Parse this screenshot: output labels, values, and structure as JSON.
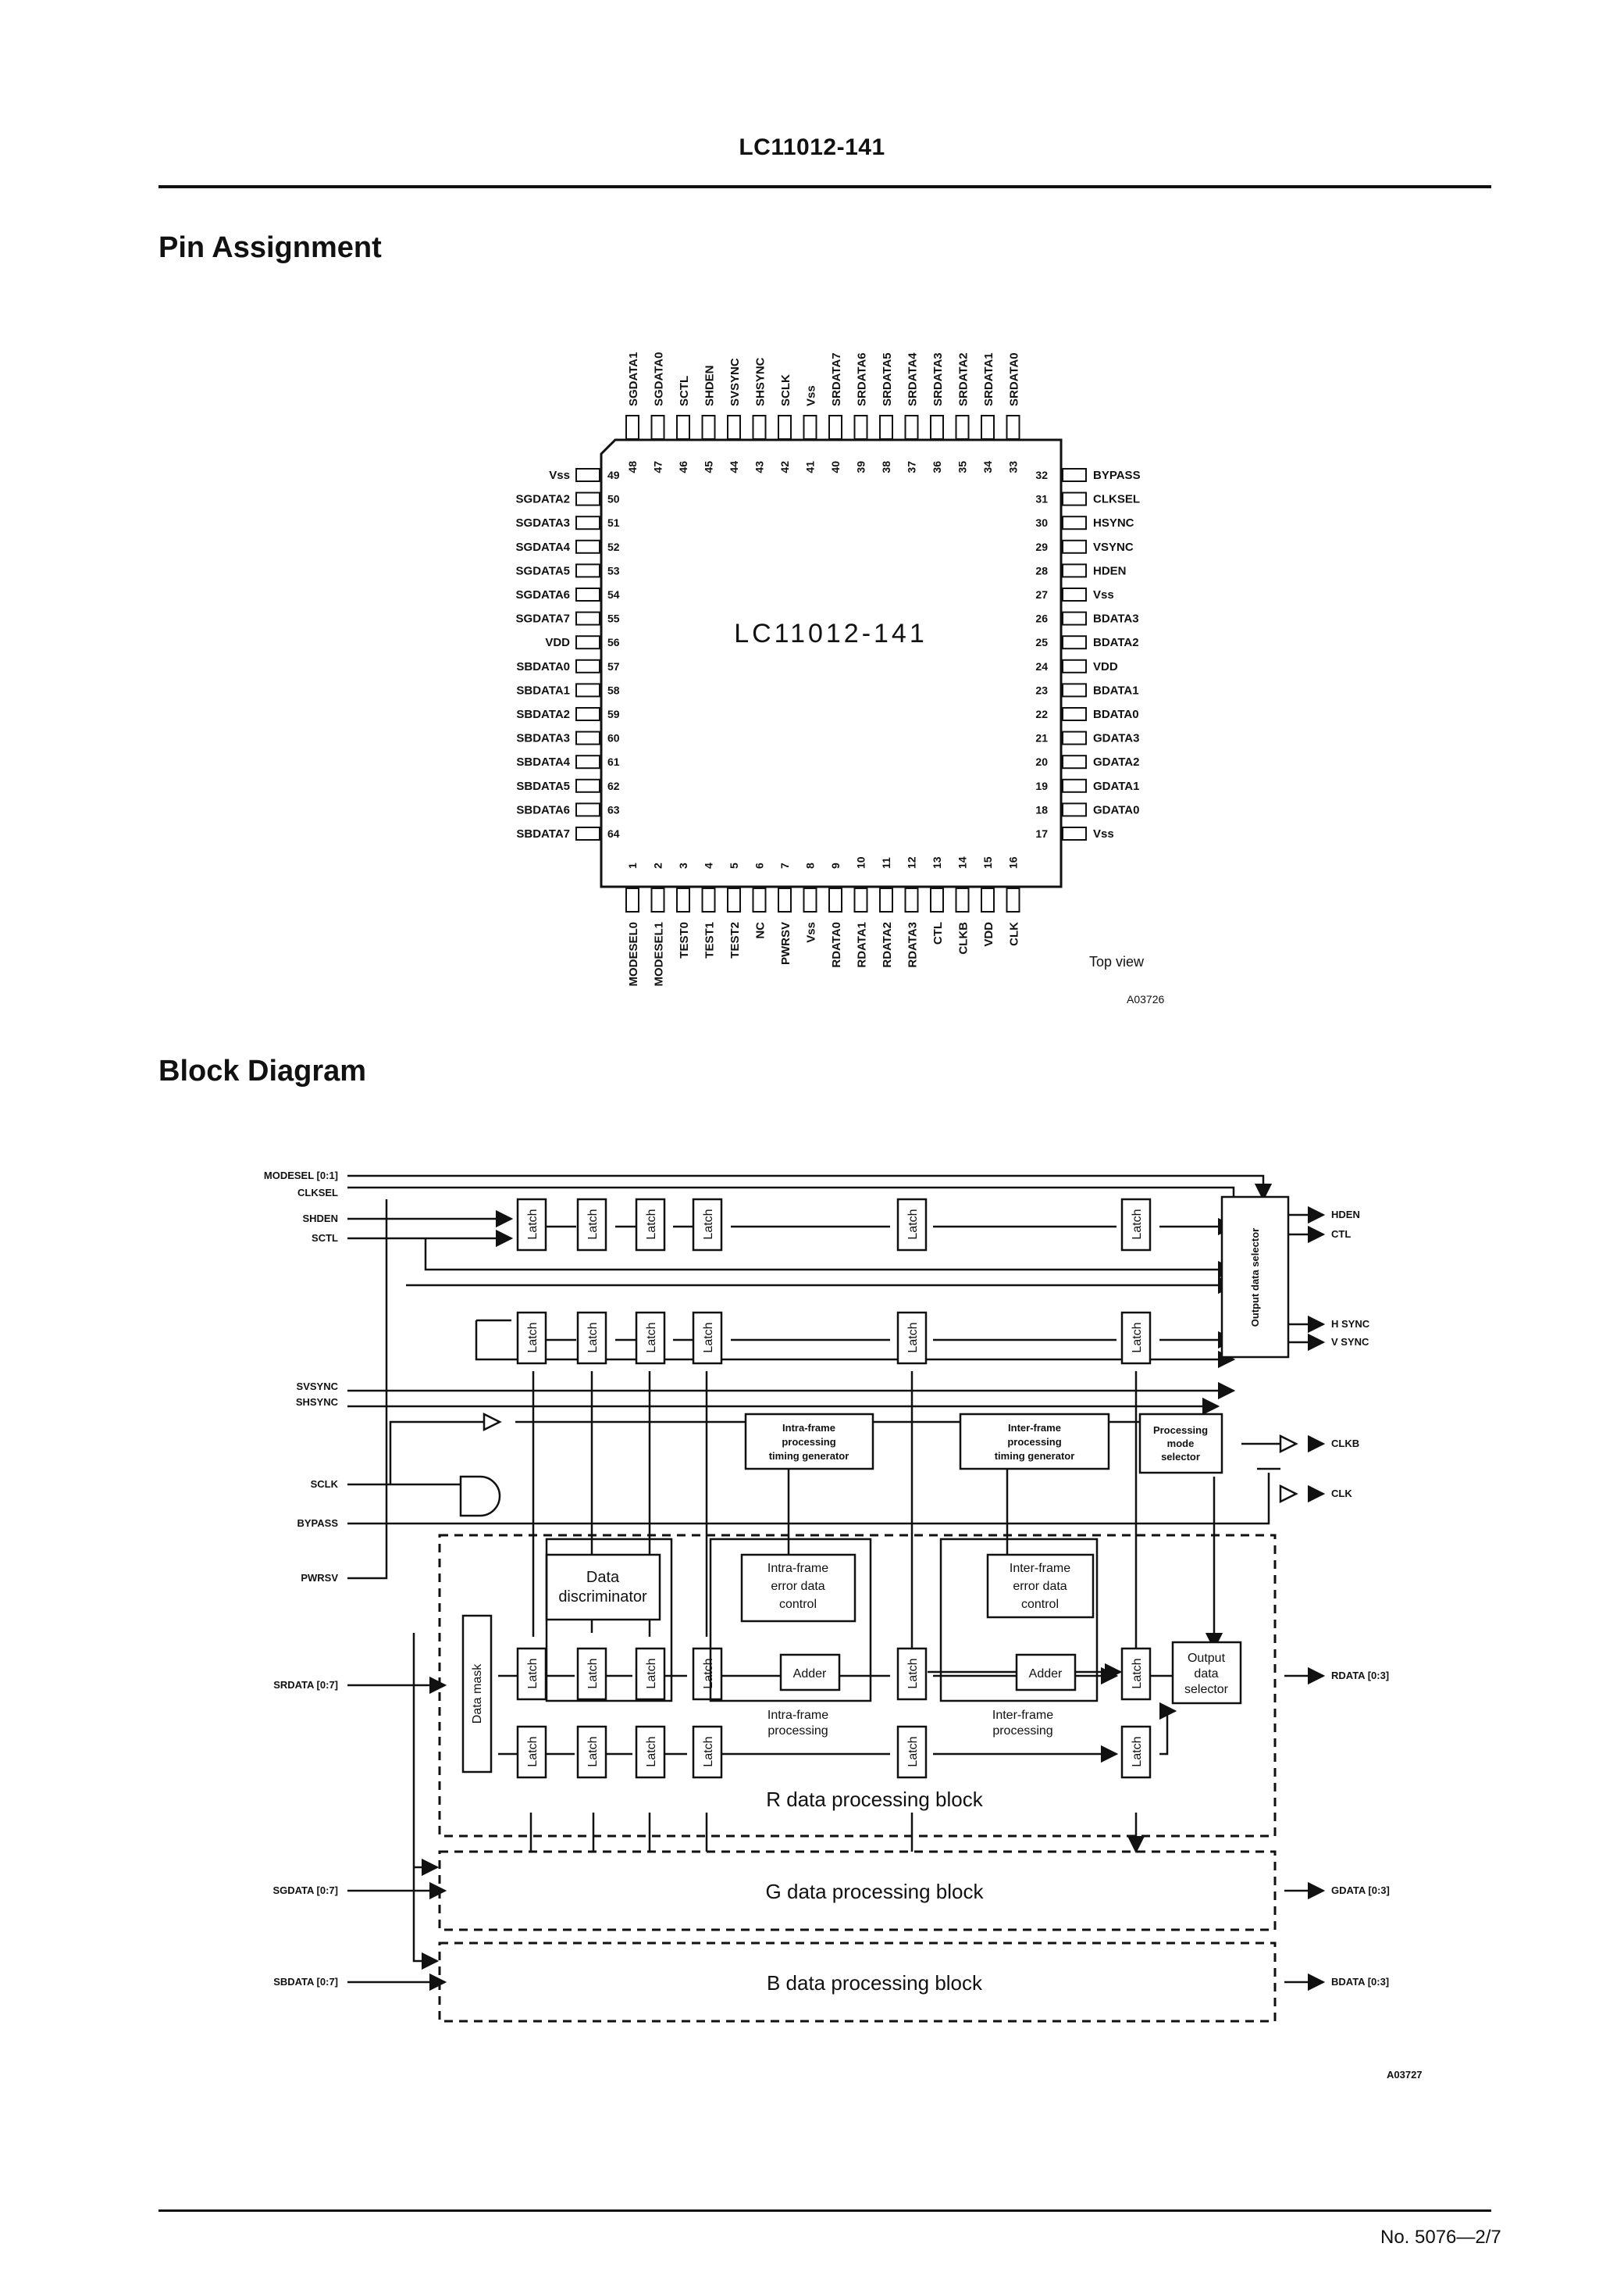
{
  "page": {
    "header_title": "LC11012-141",
    "section_pin": "Pin Assignment",
    "section_block": "Block Diagram",
    "footer": "No. 5076—2/7"
  },
  "pin_assignment": {
    "chip_label": "LC11012-141",
    "top_view": "Top view",
    "figure_id": "A03726",
    "top_pins": [
      {
        "num": "48",
        "name": "SGDATA1"
      },
      {
        "num": "47",
        "name": "SGDATA0"
      },
      {
        "num": "46",
        "name": "SCTL"
      },
      {
        "num": "45",
        "name": "SHDEN"
      },
      {
        "num": "44",
        "name": "SVSYNC"
      },
      {
        "num": "43",
        "name": "SHSYNC"
      },
      {
        "num": "42",
        "name": "SCLK"
      },
      {
        "num": "41",
        "name": "Vss"
      },
      {
        "num": "40",
        "name": "SRDATA7"
      },
      {
        "num": "39",
        "name": "SRDATA6"
      },
      {
        "num": "38",
        "name": "SRDATA5"
      },
      {
        "num": "37",
        "name": "SRDATA4"
      },
      {
        "num": "36",
        "name": "SRDATA3"
      },
      {
        "num": "35",
        "name": "SRDATA2"
      },
      {
        "num": "34",
        "name": "SRDATA1"
      },
      {
        "num": "33",
        "name": "SRDATA0"
      }
    ],
    "left_pins": [
      {
        "num": "49",
        "name": "Vss"
      },
      {
        "num": "50",
        "name": "SGDATA2"
      },
      {
        "num": "51",
        "name": "SGDATA3"
      },
      {
        "num": "52",
        "name": "SGDATA4"
      },
      {
        "num": "53",
        "name": "SGDATA5"
      },
      {
        "num": "54",
        "name": "SGDATA6"
      },
      {
        "num": "55",
        "name": "SGDATA7"
      },
      {
        "num": "56",
        "name": "VDD"
      },
      {
        "num": "57",
        "name": "SBDATA0"
      },
      {
        "num": "58",
        "name": "SBDATA1"
      },
      {
        "num": "59",
        "name": "SBDATA2"
      },
      {
        "num": "60",
        "name": "SBDATA3"
      },
      {
        "num": "61",
        "name": "SBDATA4"
      },
      {
        "num": "62",
        "name": "SBDATA5"
      },
      {
        "num": "63",
        "name": "SBDATA6"
      },
      {
        "num": "64",
        "name": "SBDATA7"
      }
    ],
    "right_pins": [
      {
        "num": "32",
        "name": "BYPASS"
      },
      {
        "num": "31",
        "name": "CLKSEL"
      },
      {
        "num": "30",
        "name": "HSYNC"
      },
      {
        "num": "29",
        "name": "VSYNC"
      },
      {
        "num": "28",
        "name": "HDEN"
      },
      {
        "num": "27",
        "name": "Vss"
      },
      {
        "num": "26",
        "name": "BDATA3"
      },
      {
        "num": "25",
        "name": "BDATA2"
      },
      {
        "num": "24",
        "name": "VDD"
      },
      {
        "num": "23",
        "name": "BDATA1"
      },
      {
        "num": "22",
        "name": "BDATA0"
      },
      {
        "num": "21",
        "name": "GDATA3"
      },
      {
        "num": "20",
        "name": "GDATA2"
      },
      {
        "num": "19",
        "name": "GDATA1"
      },
      {
        "num": "18",
        "name": "GDATA0"
      },
      {
        "num": "17",
        "name": "Vss"
      }
    ],
    "bottom_pins": [
      {
        "num": "1",
        "name": "MODESEL0"
      },
      {
        "num": "2",
        "name": "MODESEL1"
      },
      {
        "num": "3",
        "name": "TEST0"
      },
      {
        "num": "4",
        "name": "TEST1"
      },
      {
        "num": "5",
        "name": "TEST2"
      },
      {
        "num": "6",
        "name": "NC"
      },
      {
        "num": "7",
        "name": "PWRSV"
      },
      {
        "num": "8",
        "name": "Vss"
      },
      {
        "num": "9",
        "name": "RDATA0"
      },
      {
        "num": "10",
        "name": "RDATA1"
      },
      {
        "num": "11",
        "name": "RDATA2"
      },
      {
        "num": "12",
        "name": "RDATA3"
      },
      {
        "num": "13",
        "name": "CTL"
      },
      {
        "num": "14",
        "name": "CLKB"
      },
      {
        "num": "15",
        "name": "VDD"
      },
      {
        "num": "16",
        "name": "CLK"
      }
    ]
  },
  "block_diagram": {
    "figure_id": "A03727",
    "inputs": {
      "modesel": "MODESEL [0:1]",
      "clksel": "CLKSEL",
      "shden": "SHDEN",
      "sctl": "SCTL",
      "svsync": "SVSYNC",
      "shsync": "SHSYNC",
      "sclk": "SCLK",
      "bypass": "BYPASS",
      "pwrsv": "PWRSV",
      "srdata": "SRDATA [0:7]",
      "sgdata": "SGDATA [0:7]",
      "sbdata": "SBDATA [0:7]"
    },
    "outputs": {
      "hden": "HDEN",
      "ctl": "CTL",
      "hsync": "H SYNC",
      "vsync": "V SYNC",
      "clkb": "CLKB",
      "clk": "CLK",
      "rdata": "RDATA [0:3]",
      "gdata": "GDATA [0:3]",
      "bdata": "BDATA [0:3]"
    },
    "blocks": {
      "latch": "Latch",
      "output_data_selector_v": "Output data selector",
      "intra_timing": [
        "Intra-frame",
        "processing",
        "timing generator"
      ],
      "inter_timing": [
        "Inter-frame",
        "processing",
        "timing generator"
      ],
      "proc_mode": [
        "Processing",
        "mode",
        "selector"
      ],
      "data_disc": [
        "Data",
        "discriminator"
      ],
      "intra_err": [
        "Intra-frame",
        "error data",
        "control"
      ],
      "inter_err": [
        "Inter-frame",
        "error data",
        "control"
      ],
      "adder": "Adder",
      "output_sel": [
        "Output",
        "data",
        "selector"
      ],
      "data_mask": "Data mask",
      "intra_proc": [
        "Intra-frame",
        "processing"
      ],
      "inter_proc": [
        "Inter-frame",
        "processing"
      ],
      "r_block": "R data processing block",
      "g_block": "G data processing block",
      "b_block": "B data processing block"
    }
  }
}
